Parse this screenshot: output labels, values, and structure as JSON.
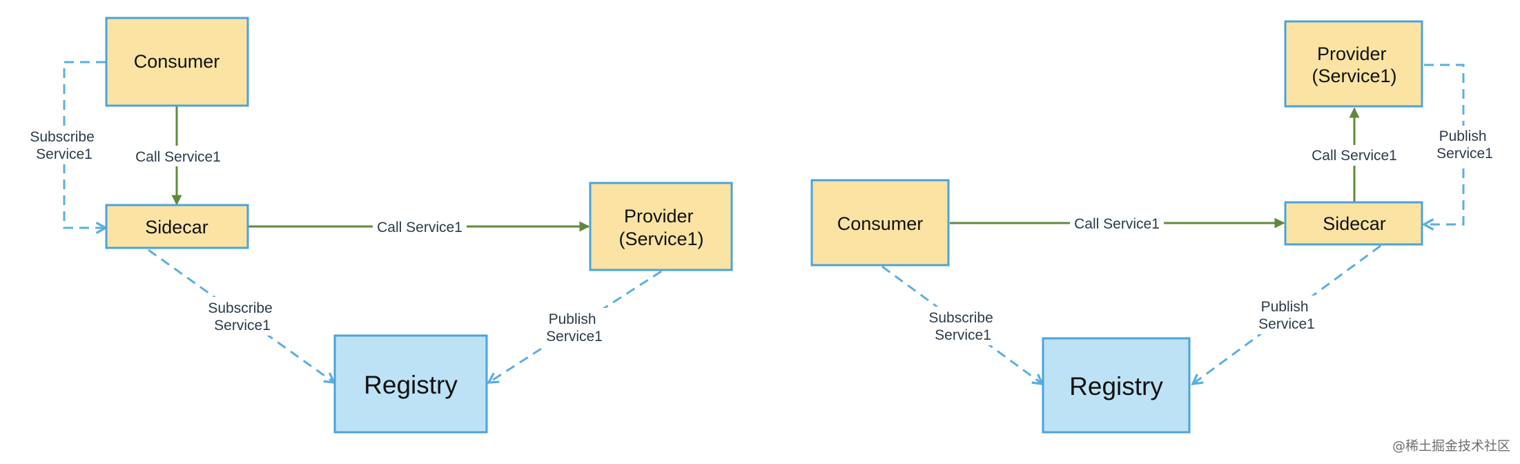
{
  "left_diagram": {
    "nodes": {
      "consumer": "Consumer",
      "sidecar": "Sidecar",
      "provider_line1": "Provider",
      "provider_line2": "(Service1)",
      "registry": "Registry"
    },
    "edges": {
      "consumer_to_sidecar": "Call Service1",
      "sidecar_to_provider": "Call Service1",
      "consumer_subscribe_line1": "Subscribe",
      "consumer_subscribe_line2": "Service1",
      "sidecar_subscribe_line1": "Subscribe",
      "sidecar_subscribe_line2": "Service1",
      "provider_publish_line1": "Publish",
      "provider_publish_line2": "Service1"
    }
  },
  "right_diagram": {
    "nodes": {
      "consumer": "Consumer",
      "sidecar": "Sidecar",
      "provider_line1": "Provider",
      "provider_line2": "(Service1)",
      "registry": "Registry"
    },
    "edges": {
      "consumer_to_sidecar": "Call Service1",
      "sidecar_to_provider": "Call Service1",
      "provider_publish_line1": "Publish",
      "provider_publish_line2": "Service1",
      "consumer_subscribe_line1": "Subscribe",
      "consumer_subscribe_line2": "Service1",
      "sidecar_publish_line1": "Publish",
      "sidecar_publish_line2": "Service1"
    }
  },
  "watermark": "@稀土掘金技术社区",
  "colors": {
    "node_fill": "#fae3a3",
    "registry_fill": "#bde2f5",
    "node_border": "#4ba3d9",
    "call_arrow": "#5f8a3b",
    "dashed_arrow": "#5aaee0"
  }
}
